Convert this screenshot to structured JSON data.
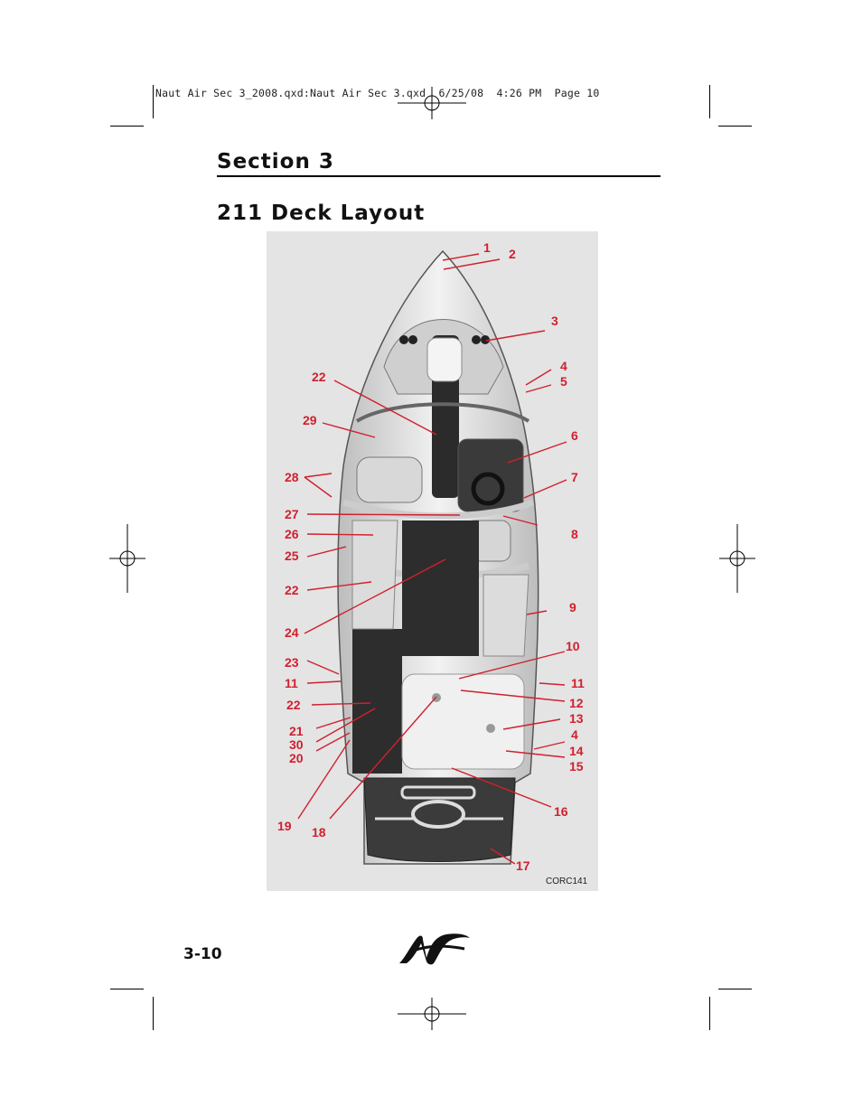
{
  "header": {
    "slug": "Naut Air Sec 3_2008.qxd:Naut Air Sec 3.qxd  6/25/08  4:26 PM  Page 10"
  },
  "section_title": "Section 3",
  "page_title": "211 Deck Layout",
  "figure": {
    "code": "CORC141",
    "callouts": [
      "1",
      "2",
      "3",
      "4",
      "5",
      "22",
      "29",
      "6",
      "28",
      "7",
      "27",
      "8",
      "26",
      "25",
      "22",
      "9",
      "24",
      "10",
      "23",
      "11",
      "11",
      "22",
      "12",
      "13",
      "21",
      "4",
      "30",
      "14",
      "20",
      "15",
      "16",
      "19",
      "18",
      "17"
    ]
  },
  "footer": {
    "page_number": "3-10",
    "logo": "nautique-n-logo"
  },
  "colors": {
    "callout": "#d0202e",
    "text": "#111111"
  }
}
